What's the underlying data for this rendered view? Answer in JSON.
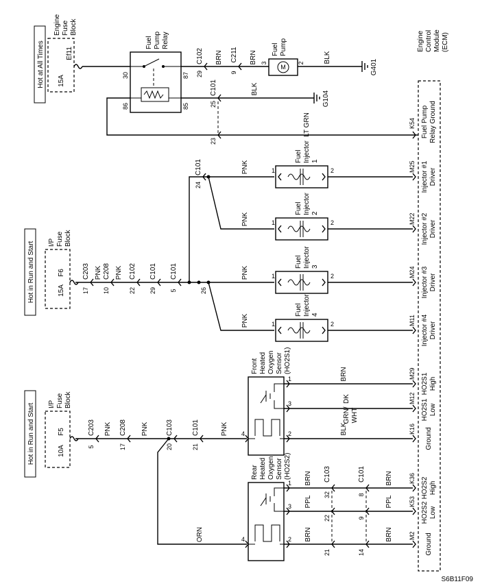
{
  "diagram_id": "S6B11F09",
  "power_sources": {
    "always": "Hot at All Times",
    "run_start_1": "Hot in Run and Start",
    "run_start_2": "Hot in Run and Start"
  },
  "fuse_blocks": {
    "engine": {
      "l1": "Engine",
      "l2": "Fuse",
      "l3": "Block",
      "rating": "15A",
      "fuse": "Ef11"
    },
    "ip_f6": {
      "l1": "I/P",
      "l2": "Fuse",
      "l3": "Block",
      "rating": "15A",
      "fuse": "F6"
    },
    "ip_f5": {
      "l1": "I/P",
      "l2": "Fuse",
      "l3": "Block",
      "rating": "10A",
      "fuse": "F5"
    }
  },
  "relay": {
    "l1": "Fuel",
    "l2": "Pump",
    "l3": "Relay",
    "pin30": "30",
    "pin87": "87",
    "pin86": "86",
    "pin85": "85"
  },
  "fuel_pump": {
    "l1": "Fuel",
    "l2": "Pump",
    "pin3": "3",
    "pin2": "2",
    "motor": "M"
  },
  "grounds": {
    "g401": "G401",
    "g104": "G104"
  },
  "wire_colors": {
    "brn": "BRN",
    "blk": "BLK",
    "ltgrn": "LT GRN",
    "pnk": "PNK",
    "orn": "ORN",
    "ppl": "PPL",
    "dkgrn_1": "DK",
    "dkgrn_2": "GRN/",
    "dkgrn_3": "WHT"
  },
  "connectors": {
    "c102": "C102",
    "c211": "C211",
    "c101": "C101",
    "c203": "C203",
    "c208": "C208",
    "c103": "C103",
    "p29": "29",
    "p9": "9",
    "p25": "25",
    "p23": "23",
    "p24": "24",
    "p26": "26",
    "p17": "17",
    "p10": "10",
    "p22": "22",
    "p5": "5",
    "p20": "20",
    "p21": "21",
    "p32": "32",
    "p8": "8",
    "p14": "14"
  },
  "injectors": [
    {
      "l1": "Fuel",
      "l2": "Injector",
      "l3": "1",
      "pin1": "1",
      "pin2": "2",
      "ecm_pin": "M25",
      "d1": "Injector #1",
      "d2": "Driver"
    },
    {
      "l1": "Fuel",
      "l2": "Injector",
      "l3": "2",
      "pin1": "1",
      "pin2": "2",
      "ecm_pin": "M22",
      "d1": "Injector #2",
      "d2": "Driver"
    },
    {
      "l1": "Fuel",
      "l2": "Injector",
      "l3": "3",
      "pin1": "1",
      "pin2": "2",
      "ecm_pin": "M24",
      "d1": "Injector #3",
      "d2": "Driver"
    },
    {
      "l1": "Fuel",
      "l2": "Injector",
      "l3": "4",
      "pin1": "1",
      "pin2": "2",
      "ecm_pin": "M11",
      "d1": "Injector #4",
      "d2": "Driver"
    }
  ],
  "sensors": {
    "front": {
      "l1": "Front",
      "l2": "Heated",
      "l3": "Oxygen",
      "l4": "Sensor",
      "l5": "(HO2S1)",
      "pin1": "1",
      "pin2": "2",
      "pin3": "3",
      "pin4": "4"
    },
    "rear": {
      "l1": "Rear",
      "l2": "Heated",
      "l3": "Oxygen",
      "l4": "Sensor",
      "l5": "(HO2S2)",
      "pin1": "1",
      "pin2": "2",
      "pin3": "3",
      "pin4": "4"
    }
  },
  "ecm": {
    "l1": "Engine",
    "l2": "Control",
    "l3": "Module",
    "l4": "(ECM)",
    "pins": {
      "k54": "K54",
      "fprg1": "Fuel Pump",
      "fprg2": "Relay Ground",
      "m29": "M29",
      "ho2s1h_1": "HO2S1",
      "ho2s1h_2": "High",
      "m12": "M12",
      "ho2s1l_1": "HO2S1",
      "ho2s1l_2": "Low",
      "k16": "K16",
      "gnd1": "Ground",
      "k36": "K36",
      "ho2s2h_1": "HO2S2",
      "ho2s2h_2": "High",
      "k53": "K53",
      "ho2s2l_1": "HO2S2",
      "ho2s2l_2": "Low",
      "m2": "M2",
      "gnd2": "Ground"
    }
  }
}
